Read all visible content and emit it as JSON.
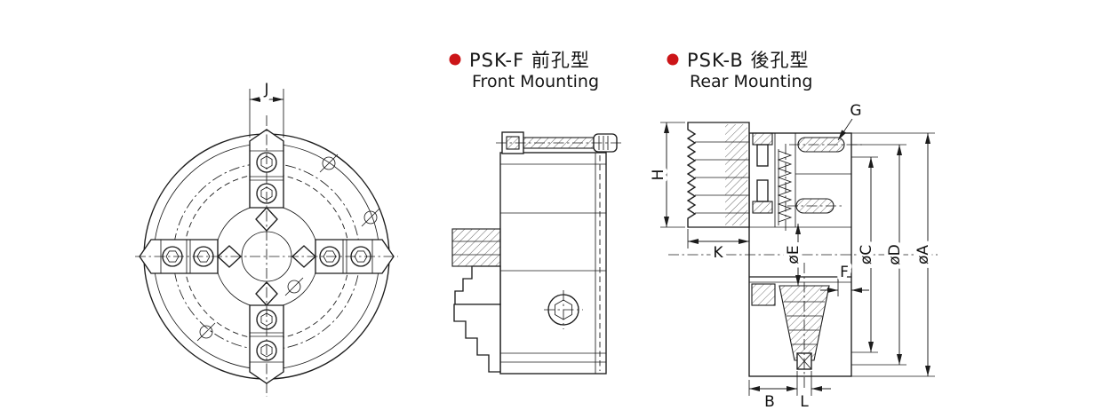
{
  "canvas": {
    "bg": "#ffffff",
    "line_color": "#1c1c1c",
    "accent_red": "#cc1518"
  },
  "legend": {
    "front": {
      "title": "PSK-F 前孔型",
      "subtitle": "Front Mounting"
    },
    "rear": {
      "title": "PSK-B 後孔型",
      "subtitle": "Rear Mounting"
    }
  },
  "dim_labels": {
    "J": "J",
    "G": "G",
    "H": "H",
    "K": "K",
    "E": "øE",
    "F": "F",
    "C": "øC",
    "D": "øD",
    "A": "øA",
    "B": "B",
    "L": "L"
  }
}
